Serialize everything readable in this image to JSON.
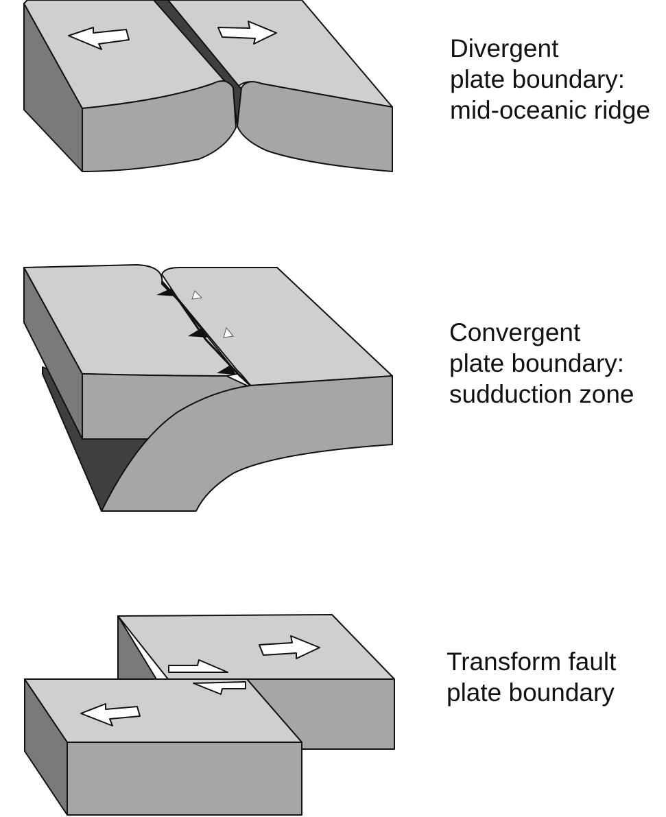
{
  "diagrams": [
    {
      "id": "divergent",
      "caption_lines": [
        "Divergent",
        "plate boundary:",
        "mid-oceanic ridge"
      ]
    },
    {
      "id": "convergent",
      "caption_lines": [
        "Convergent",
        "plate boundary:",
        "sudduction zone"
      ]
    },
    {
      "id": "transform",
      "caption_lines": [
        "Transform fault",
        "plate boundary"
      ]
    }
  ],
  "colors": {
    "top_face": "#cfcfcf",
    "front_face": "#a6a6a6",
    "side_face": "#7a7a7a",
    "dark_face": "#3f3f3f",
    "outline": "#111111",
    "arrow_fill": "#ffffff"
  }
}
